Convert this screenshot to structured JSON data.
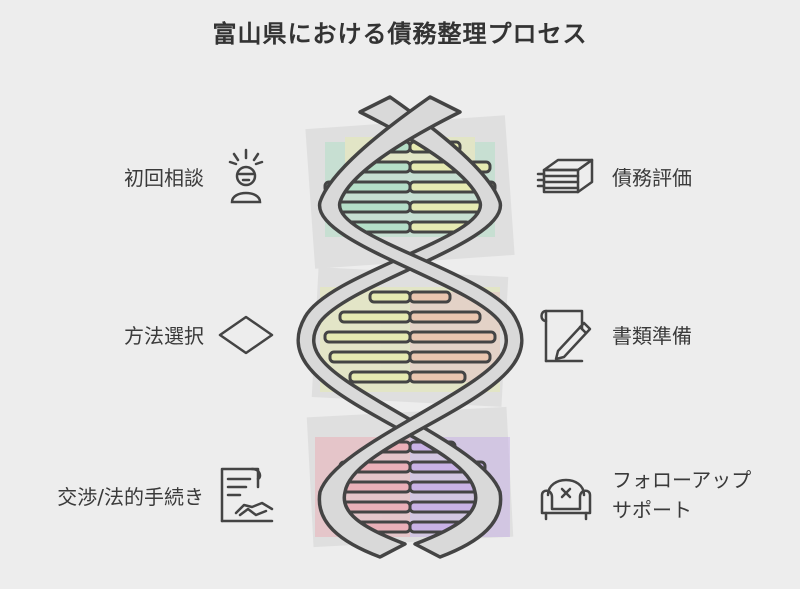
{
  "title": "富山県における債務整理プロセス",
  "steps_left": [
    {
      "label": "初回相談",
      "icon": "worried-person-icon"
    },
    {
      "label": "方法選択",
      "icon": "diamond-icon"
    },
    {
      "label": "交渉/法的手続き",
      "icon": "contract-handshake-icon"
    }
  ],
  "steps_right": [
    {
      "label": "債務評価",
      "icon": "money-stack-icon"
    },
    {
      "label": "書類準備",
      "icon": "document-pen-icon"
    },
    {
      "label_line1": "フォローアップ",
      "label_line2": "サポート",
      "icon": "armchair-icon"
    }
  ],
  "colors": {
    "rung_green": "#b5dfc8",
    "rung_yellow": "#e6eab2",
    "rung_pink": "#eab0b8",
    "rung_purple": "#c9b2e6",
    "strand": "#d9d9d9",
    "outline": "#444444"
  }
}
